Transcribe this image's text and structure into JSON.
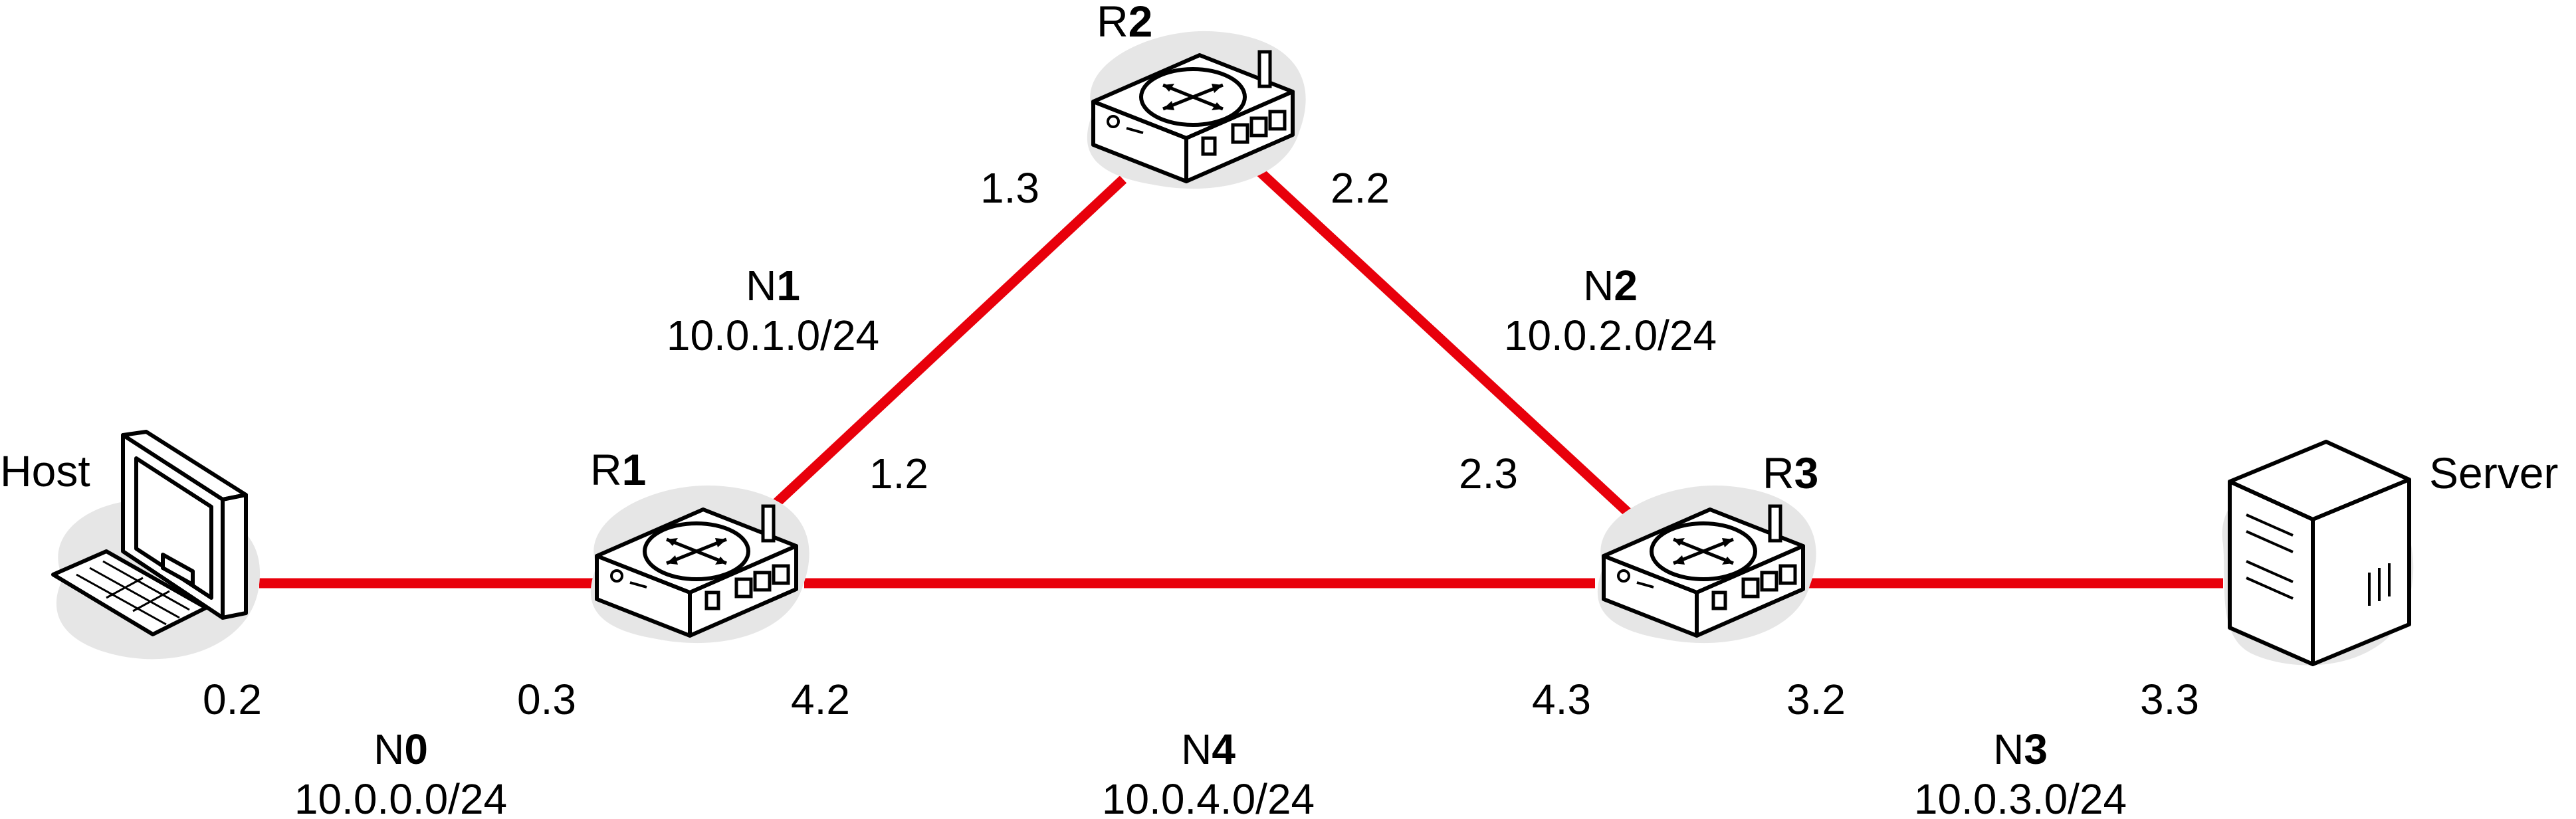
{
  "colors": {
    "link": "#e8000b",
    "halo": "#e6e6e6",
    "device": "#ffffff",
    "stroke": "#000000"
  },
  "nodes": {
    "host": {
      "label": "Host",
      "icon": "desktop-computer-icon"
    },
    "server": {
      "label": "Server",
      "icon": "tower-server-icon"
    },
    "r1": {
      "prefix": "R",
      "num": "1",
      "icon": "router-icon"
    },
    "r2": {
      "prefix": "R",
      "num": "2",
      "icon": "router-icon"
    },
    "r3": {
      "prefix": "R",
      "num": "3",
      "icon": "router-icon"
    }
  },
  "networks": {
    "n0": {
      "prefix": "N",
      "num": "0",
      "subnet": "10.0.0.0/24"
    },
    "n1": {
      "prefix": "N",
      "num": "1",
      "subnet": "10.0.1.0/24"
    },
    "n2": {
      "prefix": "N",
      "num": "2",
      "subnet": "10.0.2.0/24"
    },
    "n3": {
      "prefix": "N",
      "num": "3",
      "subnet": "10.0.3.0/24"
    },
    "n4": {
      "prefix": "N",
      "num": "4",
      "subnet": "10.0.4.0/24"
    }
  },
  "interfaces": {
    "host_n0": "0.2",
    "r1_n0": "0.3",
    "r1_n1": "1.2",
    "r1_n4": "4.2",
    "r2_n1": "1.3",
    "r2_n2": "2.2",
    "r3_n2": "2.3",
    "r3_n4": "4.3",
    "r3_n3": "3.2",
    "server_n3": "3.3"
  }
}
